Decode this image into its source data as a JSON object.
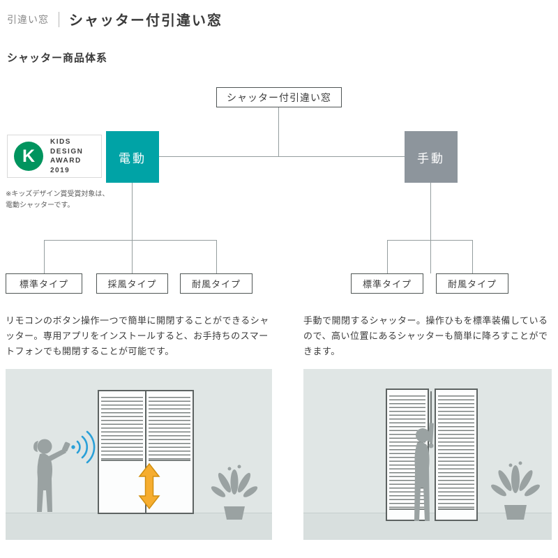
{
  "colors": {
    "electric": "#00a3a6",
    "manual": "#8d959c",
    "award-green": "#00945e",
    "arrow-orange": "#f6ad2f",
    "wifi-blue": "#2aa0d8",
    "line": "#949d9e",
    "illus-bg": "#e0e6e5",
    "illus-floor": "#d8dfde",
    "silhouette": "#9aa2a2"
  },
  "header": {
    "breadcrumb": "引違い窓",
    "title": "シャッター付引違い窓"
  },
  "section_heading": "シャッター商品体系",
  "tree": {
    "root": "シャッター付引違い窓",
    "electric": {
      "label": "電動",
      "children": [
        "標準タイプ",
        "採風タイプ",
        "耐風タイプ"
      ]
    },
    "manual": {
      "label": "手動",
      "children": [
        "標準タイプ",
        "耐風タイプ"
      ]
    }
  },
  "award": {
    "logo_letter": "K",
    "line1": "KIDS",
    "line2": "DESIGN",
    "line3": "AWARD",
    "line4": "2019",
    "note": "※キッズデザイン賞受賞対象は、\n電動シャッターです。"
  },
  "descriptions": {
    "electric": "リモコンのボタン操作一つで簡単に開閉することができるシャッター。専用アプリをインストールすると、お手持ちのスマートフォンでも開閉することが可能です。",
    "manual": "手動で開閉するシャッター。操作ひもを標準装備しているので、高い位置にあるシャッターも簡単に降ろすことができます。"
  }
}
